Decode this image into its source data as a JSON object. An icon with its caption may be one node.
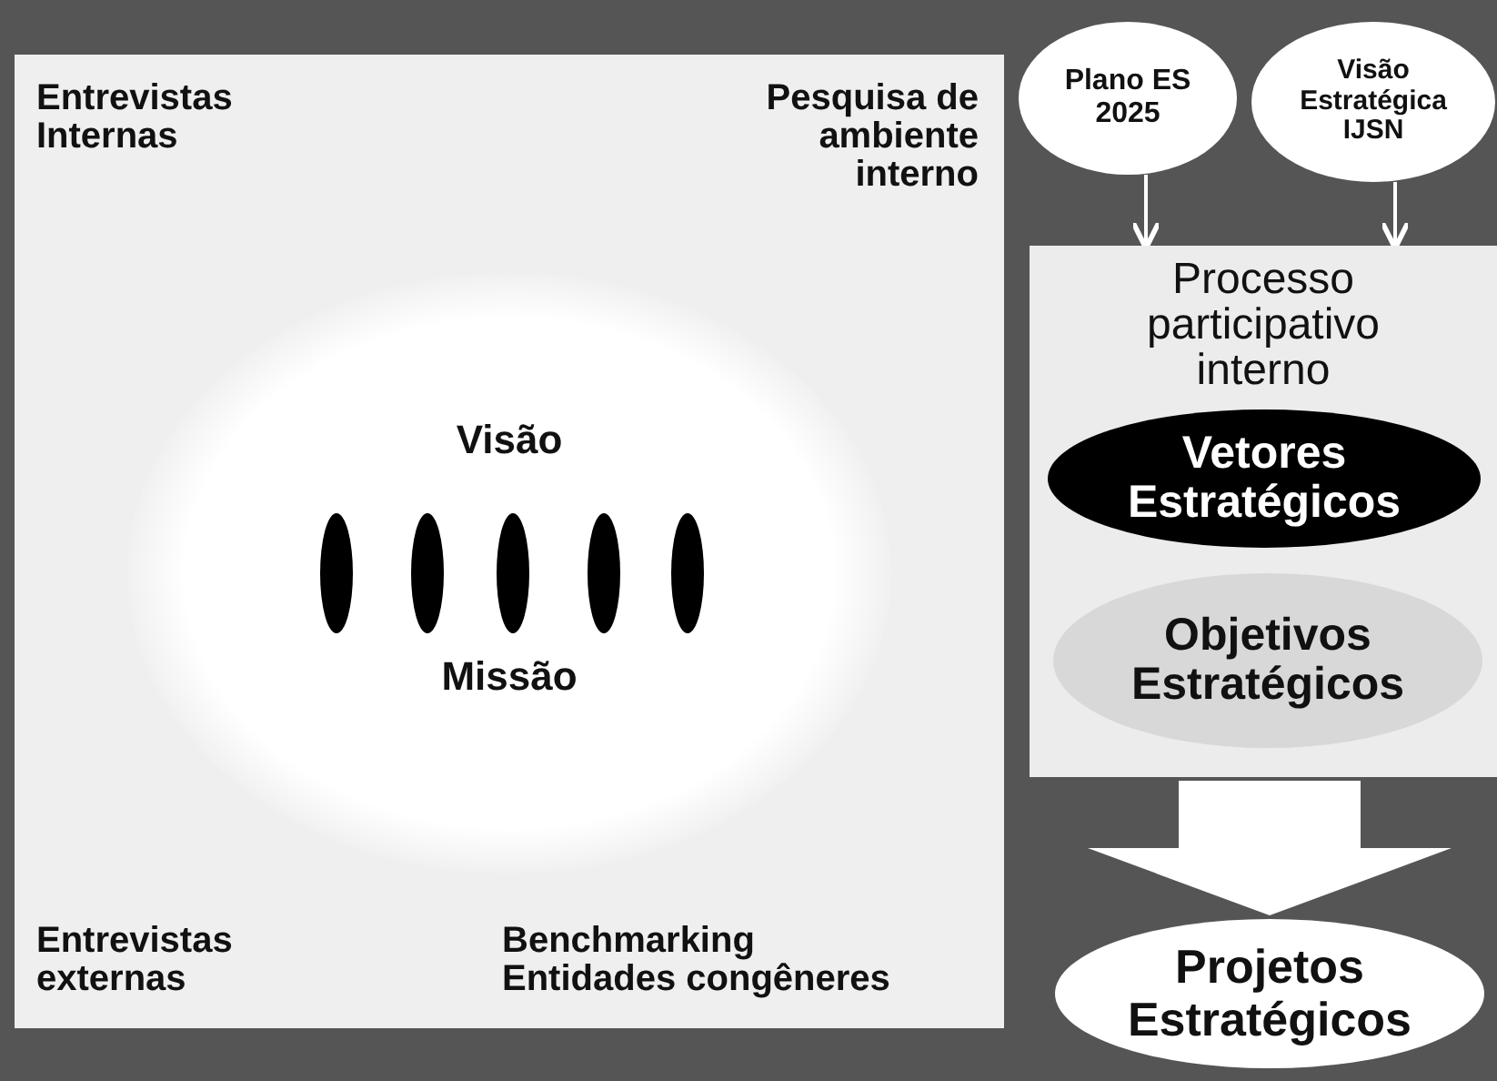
{
  "diagram": {
    "nodes": [
      {
        "text": [
          "Entrevistas Internas",
          "Pesquisa de ambiente interno",
          "Entrevistas externas",
          "Benchmarking Entidades congêneres"
        ]
      },
      {
        "text": [
          "Visão",
          "Missão"
        ],
        "in": 0
      },
      {
        "text": [
          "Plano ES 2025"
        ]
      },
      {
        "text": [
          "Visão Estratégica IJSN"
        ]
      },
      {
        "text": [
          "Processo participativo interno"
        ]
      },
      {
        "text": [
          "Vetores Estratégicos"
        ],
        "in": 4
      },
      {
        "text": [
          "Objetivos Estratégicos"
        ],
        "in": 4
      },
      {
        "text": [
          "Projetos Estratégicos"
        ]
      }
    ],
    "edges": [
      {
        "from": 2,
        "to": 4,
        "arrow": "to"
      },
      {
        "from": 3,
        "to": 4,
        "arrow": "to"
      },
      {
        "from": 4,
        "to": 7,
        "arrow": "to",
        "style": "thick"
      }
    ]
  }
}
